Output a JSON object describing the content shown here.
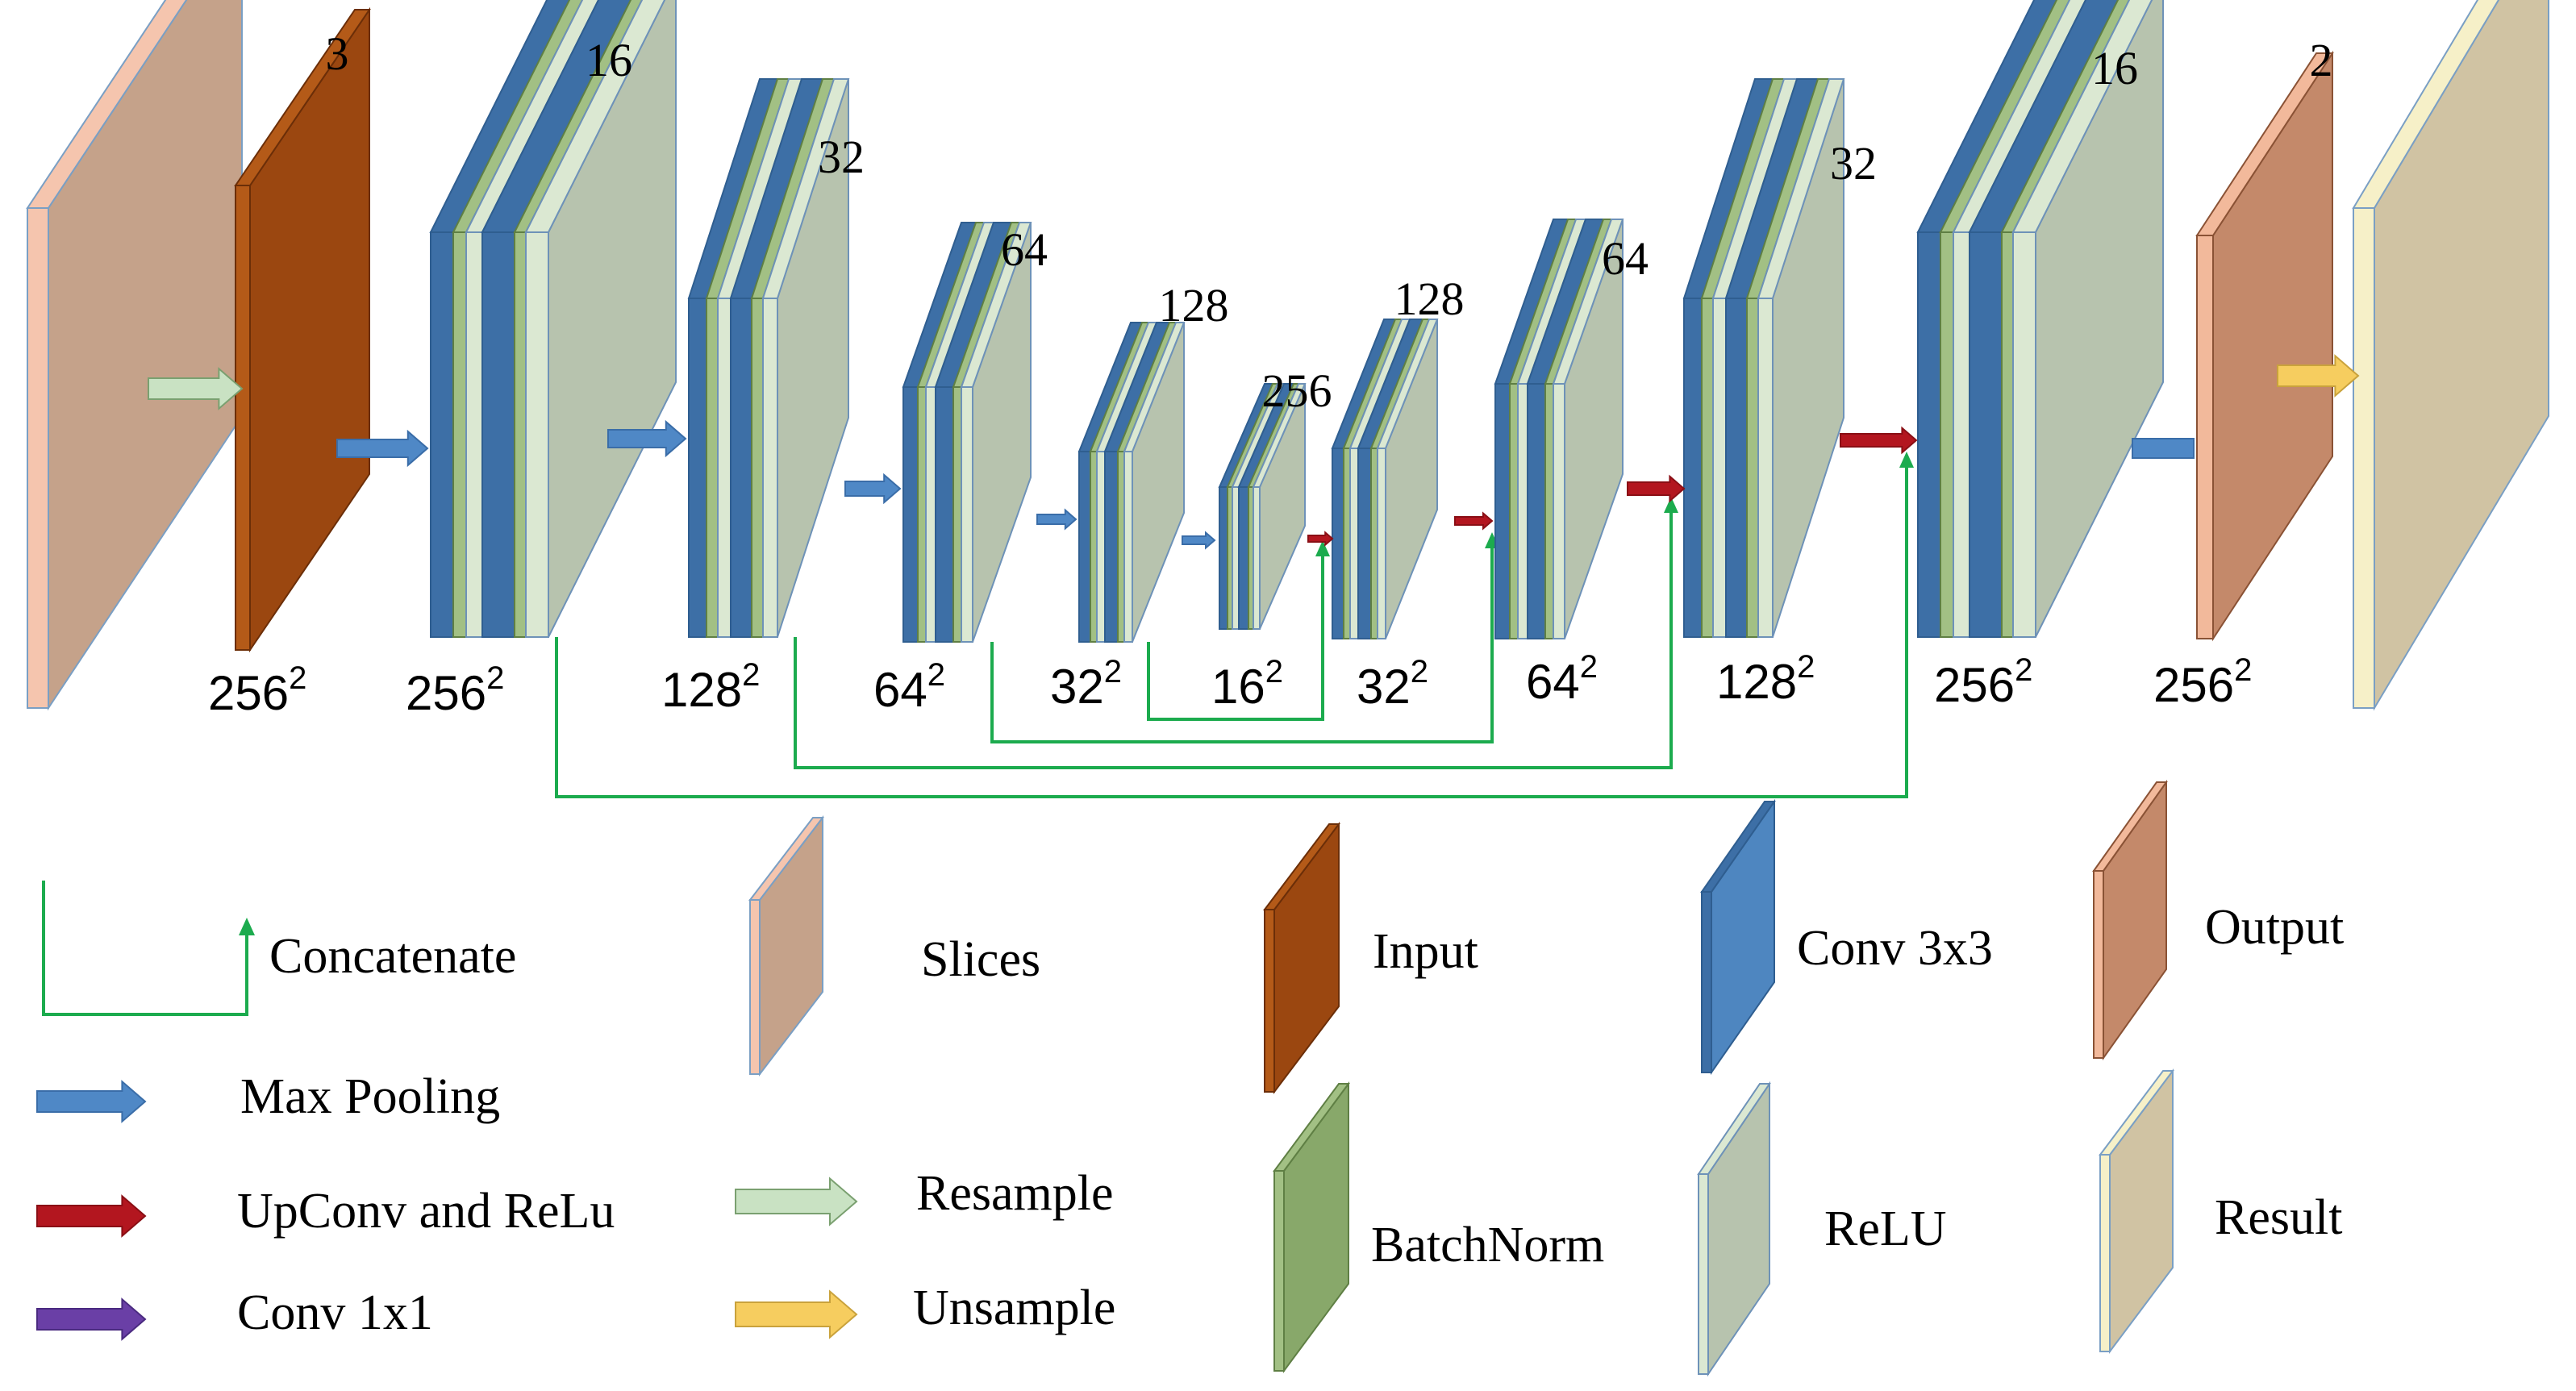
{
  "colors": {
    "slices_face": "#c5a28a",
    "slices_edge": "#f5c5ae",
    "slices_outline": "#7a9fc4",
    "input_face": "#9b4710",
    "input_edge": "#b45a18",
    "conv_face": "#4e86c0",
    "conv_edge": "#3d6fa6",
    "conv_outline": "#2f5e90",
    "bn_face": "#88a86a",
    "bn_edge": "#a2c084",
    "bn_outline": "#5f7f44",
    "relu_face": "#b7c3ae",
    "relu_edge": "#dbe8d2",
    "relu_outline": "#6e92b8",
    "output_face": "#c4896a",
    "output_edge": "#f2b99b",
    "result_face": "#d0c3a3",
    "result_edge": "#f6f0c8",
    "concat": "#1cab4e",
    "maxpool": "#4f88c6",
    "upconv": "#b3161f",
    "conv1x1": "#6a3fa6",
    "resample": "#c9e2c3",
    "unsample": "#f6cd5f"
  },
  "diagram": {
    "channels": {
      "input": "3",
      "enc1": "16",
      "enc2": "32",
      "enc3": "64",
      "enc4": "128",
      "bottleneck": "256",
      "dec4": "128",
      "dec3": "64",
      "dec2": "32",
      "dec1": "16",
      "output": "2"
    },
    "sizes": {
      "input": "256",
      "enc1": "256",
      "enc2": "128",
      "enc3": "64",
      "enc4": "32",
      "bottleneck": "16",
      "dec4": "32",
      "dec3": "64",
      "dec2": "128",
      "dec1": "256",
      "output": "256"
    },
    "size_exponent": "2"
  },
  "legend": {
    "concatenate": "Concatenate",
    "max_pooling": "Max Pooling",
    "upconv": "UpConv and ReLu",
    "conv1x1": "Conv 1x1",
    "resample": "Resample",
    "unsample": "Unsample",
    "slices": "Slices",
    "input": "Input",
    "conv3x3": "Conv 3x3",
    "output": "Output",
    "batchnorm": "BatchNorm",
    "relu": "ReLU",
    "result": "Result"
  }
}
